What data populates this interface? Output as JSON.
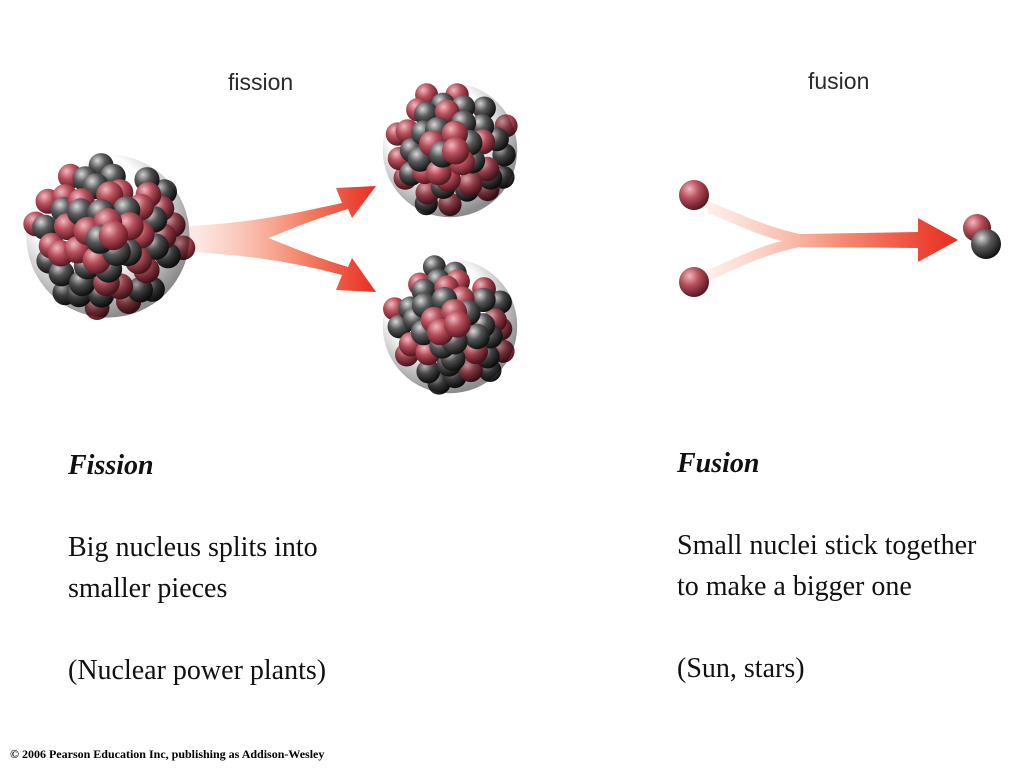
{
  "diagram": {
    "fission_label": "fission",
    "fusion_label": "fusion",
    "arrow_color": "#e8291c",
    "proton_color": "#b8505c",
    "neutron_color": "#4a4a4c"
  },
  "fission": {
    "heading": "Fission",
    "description": "Big nucleus splits into smaller pieces",
    "example": "(Nuclear power plants)"
  },
  "fusion": {
    "heading": "Fusion",
    "description": "Small nuclei stick together to make a bigger one",
    "example": "(Sun, stars)"
  },
  "footer": {
    "copyright": "© 2006 Pearson Education Inc, publishing as Addison-Wesley"
  }
}
